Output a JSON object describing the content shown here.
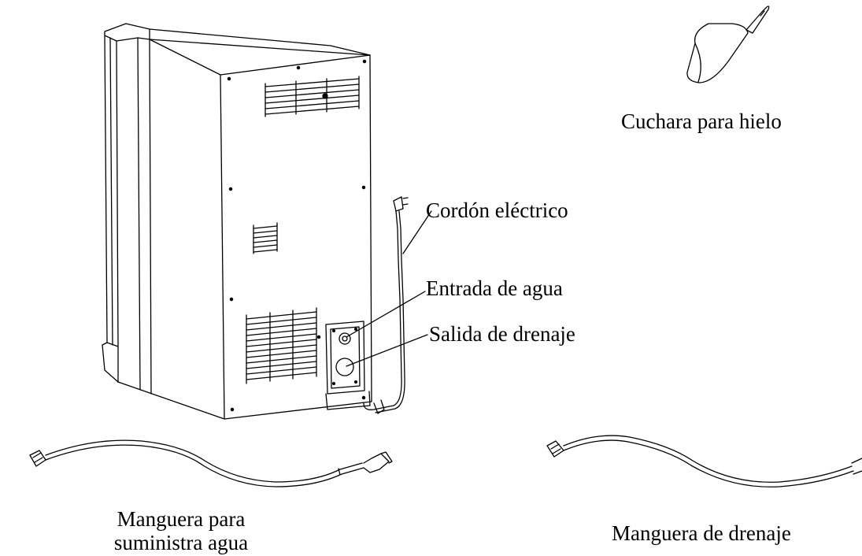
{
  "labels": {
    "ice_scoop": "Cuchara para hielo",
    "power_cord": "Cordón eléctrico",
    "water_inlet": "Entrada de agua",
    "drain_outlet": "Salida de drenaje",
    "supply_hose_line1": "Manguera para",
    "supply_hose_line2": "suministra agua",
    "drain_hose": "Manguera de drenaje"
  },
  "colors": {
    "line": "#000000",
    "background": "#ffffff"
  }
}
